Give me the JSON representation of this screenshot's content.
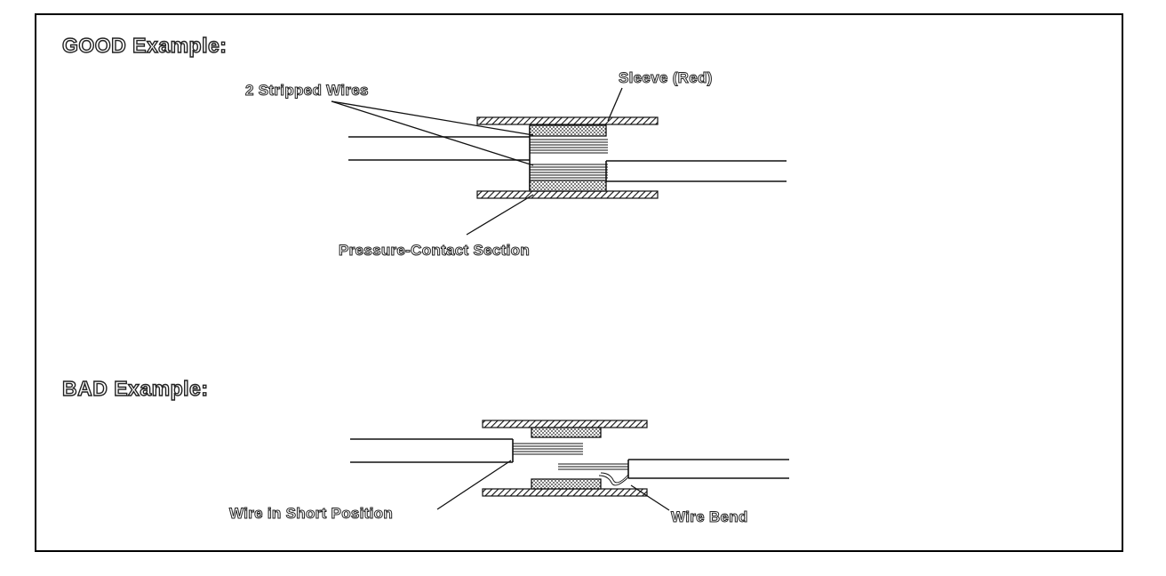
{
  "good": {
    "heading": "GOOD Example:",
    "labels": {
      "stripped_wires": "2 Stripped Wires",
      "sleeve": "Sleeve (Red)",
      "pressure_contact": "Pressure-Contact Section"
    }
  },
  "bad": {
    "heading": "BAD Example:",
    "labels": {
      "short_position": "Wire in Short Position",
      "wire_bend": "Wire Bend"
    }
  }
}
